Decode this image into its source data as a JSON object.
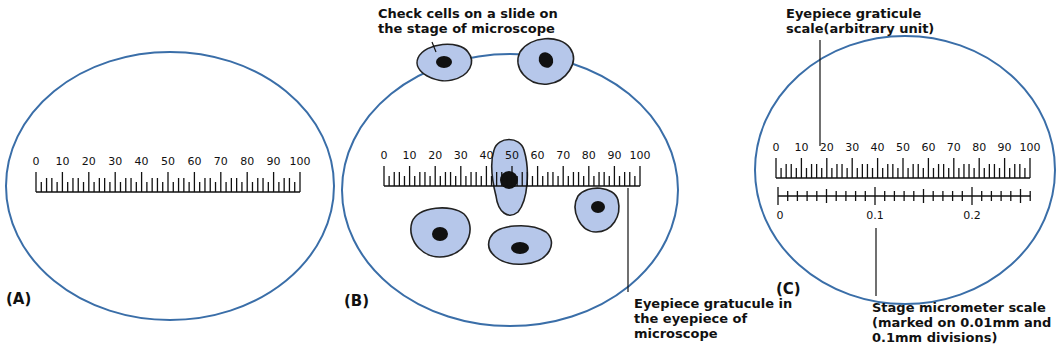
{
  "diagram": {
    "labels": [
      "0",
      "10",
      "20",
      "30",
      "40",
      "50",
      "60",
      "70",
      "80",
      "90",
      "100",
      "0",
      "10",
      "20",
      "30",
      "40",
      "50",
      "60",
      "70",
      "80",
      "90",
      "100",
      "0",
      "10",
      "20",
      "30",
      "40",
      "50",
      "60",
      "70",
      "80",
      "90",
      "100",
      "0",
      "0.1",
      "0.2",
      "(A)",
      "(B)",
      "(C)",
      "Check cells on a slide on the stage of microscope",
      "Eyepiece graticule scale(arbitrary unit)",
      "Eyepiece gratucule in the eyepiece of microscope",
      "Stage micrometer scale (marked on 0.01mm and 0.1mm divisions)"
    ]
  }
}
